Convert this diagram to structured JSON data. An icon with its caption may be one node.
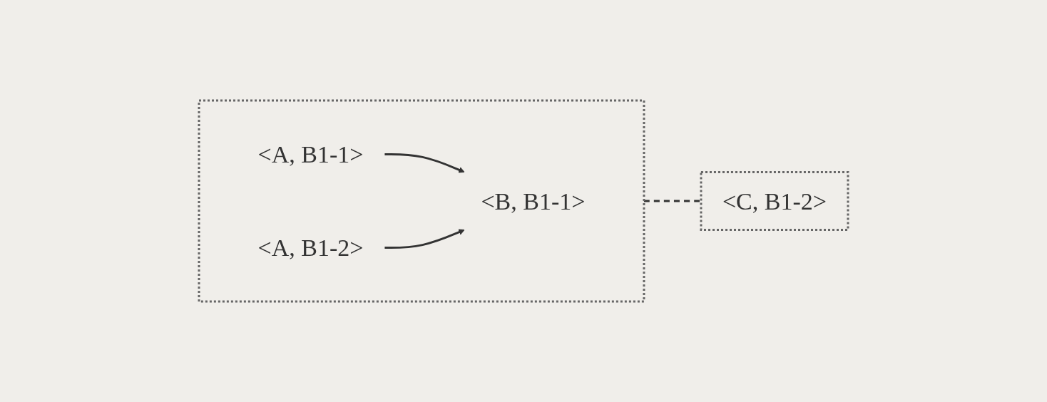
{
  "diagram": {
    "nodes": [
      {
        "text": [],
        "shape": "box"
      },
      {
        "text": [
          "<A, B1-1>"
        ],
        "in": 0
      },
      {
        "text": [
          "<A, B1-2>"
        ],
        "in": 0
      },
      {
        "text": [
          "<B, B1-1>"
        ],
        "in": 0
      },
      {
        "text": [
          "<C, B1-2>"
        ]
      }
    ],
    "edges": [
      {
        "from": 1,
        "to": 3,
        "arrow": "to"
      },
      {
        "from": 2,
        "to": 3,
        "arrow": "to"
      },
      {
        "from": 0,
        "to": 4,
        "arrow": "none",
        "style": "dashed"
      }
    ]
  }
}
